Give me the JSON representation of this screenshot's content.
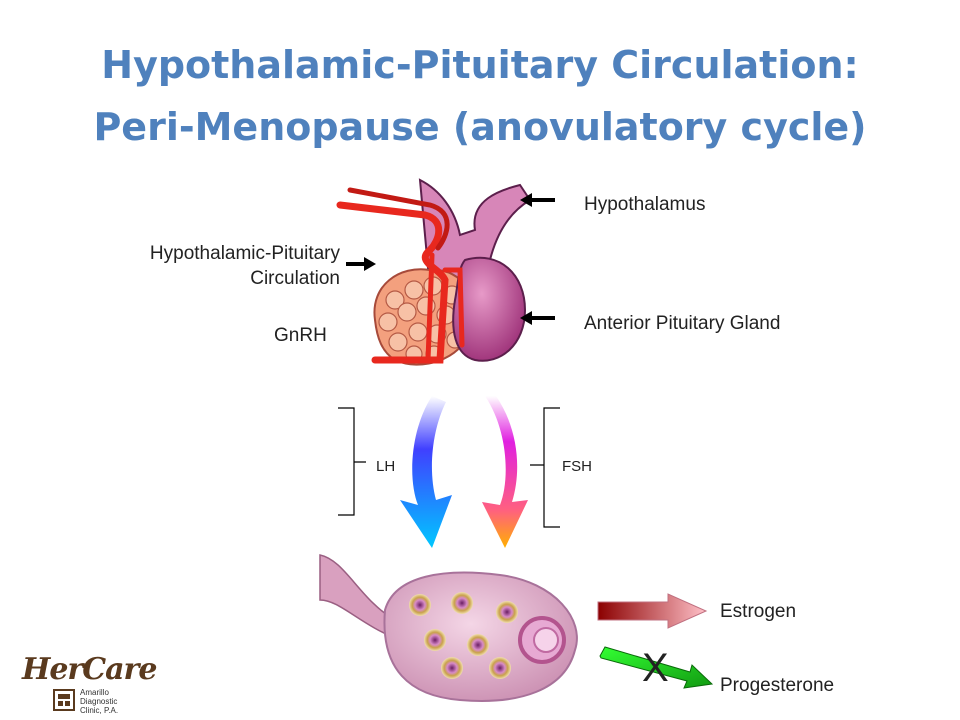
{
  "title": {
    "line1": "Hypothalamic-Pituitary Circulation:",
    "line2": "Peri-Menopause (anovulatory cycle)"
  },
  "labels": {
    "hypothalamus": "Hypothalamus",
    "hp_circulation_line1": "Hypothalamic-Pituitary",
    "hp_circulation_line2": "Circulation",
    "gnrh": "GnRH",
    "anterior_pituitary": "Anterior Pituitary Gland",
    "lh": "LH",
    "fsh": "FSH",
    "estrogen": "Estrogen",
    "progesterone": "Progesterone",
    "blocked_mark": "X"
  },
  "logo": {
    "brand": "HerCare",
    "sub_line1": "Amarillo",
    "sub_line2": "Diagnostic",
    "sub_line3": "Clinic, P.A."
  },
  "colors": {
    "title": "#4f81bd",
    "blood_vessel": "#e8281e",
    "pituitary": "#c0569a",
    "ovary": "#e6b6d2",
    "estrogen_arrow_start": "#8b0000",
    "estrogen_arrow_end": "#ffb6c1",
    "progesterone_arrow": "#22bb22"
  },
  "icons": [
    "left-arrow-icon",
    "right-arrow-icon",
    "gradient-down-arrow-icon",
    "bracket-icon",
    "x-mark-icon"
  ]
}
